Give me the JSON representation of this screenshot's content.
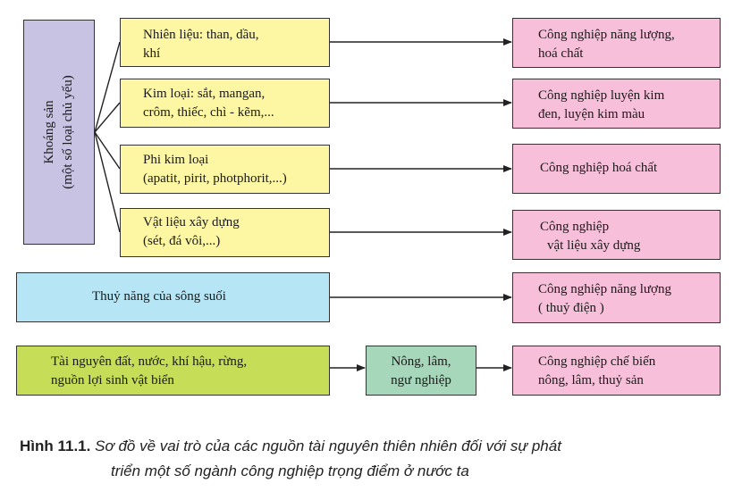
{
  "diagram": {
    "mineral_group": {
      "title": "Khoáng sản",
      "subtitle": "(một số loại chủ yếu)"
    },
    "sources": [
      {
        "lines": [
          "Nhiên liệu: than, dầu,",
          "khí"
        ]
      },
      {
        "lines": [
          "Kim loại: sắt, mangan,",
          "crôm, thiếc, chì - kẽm,..."
        ]
      },
      {
        "lines": [
          "Phi kim loại",
          "(apatit, pirit, photphorit,...)"
        ]
      },
      {
        "lines": [
          "Vật liệu xây dựng",
          "(sét, đá vôi,...)"
        ]
      },
      {
        "lines": [
          "Thuỷ năng của sông suối"
        ]
      },
      {
        "lines": [
          "Tài nguyên đất, nước, khí hậu, rừng,",
          "nguồn lợi sinh vật biển"
        ]
      }
    ],
    "intermediate": {
      "lines": [
        "Nông, lâm,",
        "ngư nghiệp"
      ]
    },
    "industries": [
      {
        "lines": [
          "Công nghiệp năng lượng,",
          "hoá chất"
        ]
      },
      {
        "lines": [
          "Công nghiệp luyện kim",
          "đen, luyện kim màu"
        ]
      },
      {
        "lines": [
          "Công nghiệp hoá chất"
        ]
      },
      {
        "lines": [
          "Công nghiệp",
          "vật liệu xây dựng"
        ]
      },
      {
        "lines": [
          "Công nghiệp năng lượng",
          "( thuỷ điện )"
        ]
      },
      {
        "lines": [
          "Công nghiệp chế biến",
          "nông, lâm, thuỷ sản"
        ]
      }
    ],
    "colors": {
      "mineral_box": "#c8c2e3",
      "mineral_items": "#fdf6a3",
      "hydro_box": "#b6e6f5",
      "land_box": "#c6dd57",
      "agri_box": "#a7d7bb",
      "industry_boxes": "#f7bfda"
    }
  },
  "caption": {
    "label": "Hình 11.1.",
    "line1": "Sơ đồ về vai trò của các nguồn tài nguyên thiên nhiên đối với sự phát",
    "line2": "triển một số ngành công nghiệp trọng điểm ở nước ta"
  }
}
